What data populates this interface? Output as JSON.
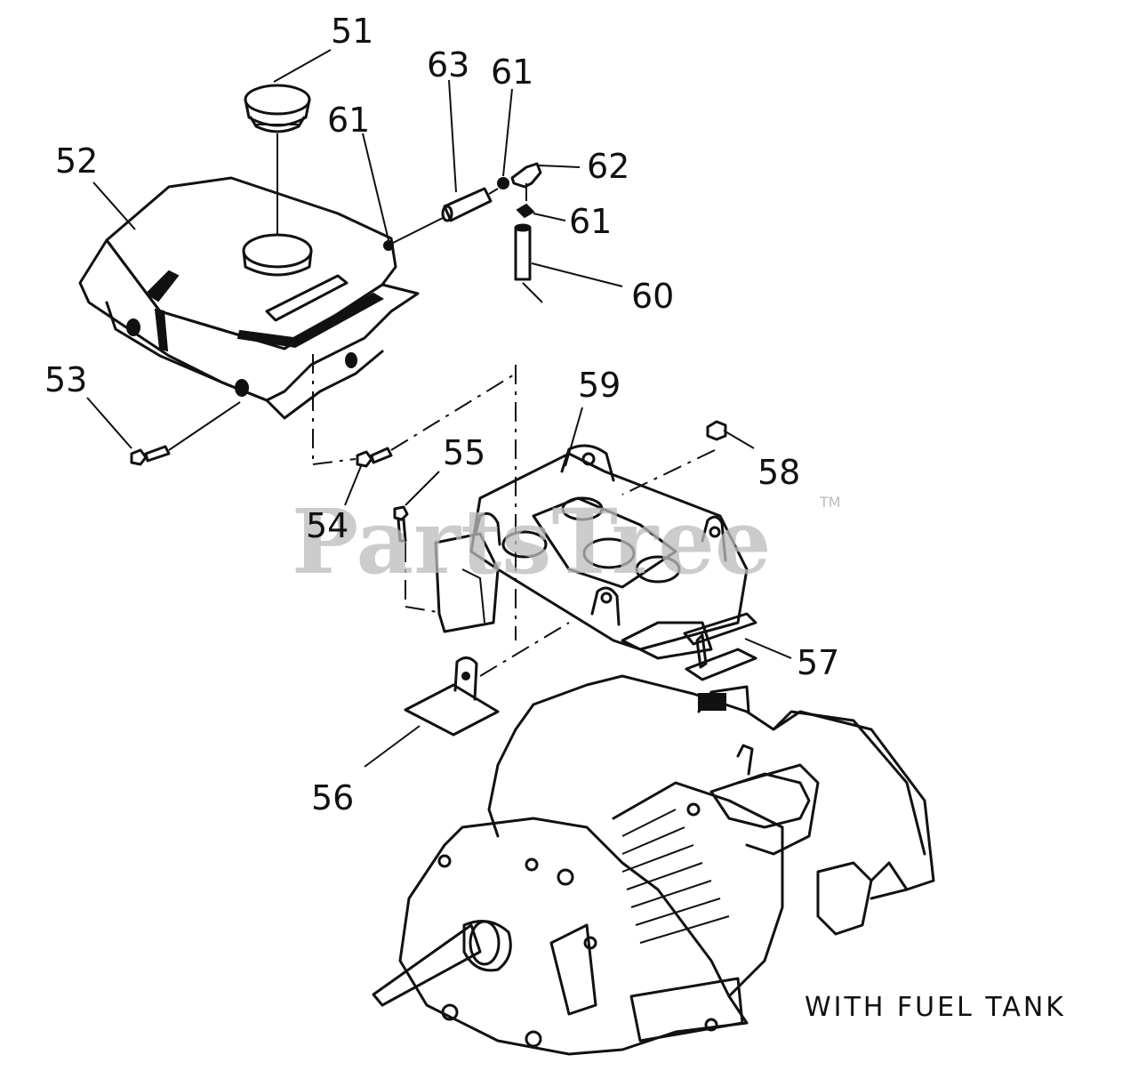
{
  "diagram": {
    "callouts": {
      "c51": "51",
      "c52": "52",
      "c53": "53",
      "c54": "54",
      "c55": "55",
      "c56": "56",
      "c57": "57",
      "c58": "58",
      "c59": "59",
      "c60": "60",
      "c61a": "61",
      "c61b": "61",
      "c61c": "61",
      "c62": "62",
      "c63": "63"
    },
    "caption": "WITH FUEL TANK"
  },
  "watermark": {
    "text": "PartsTree",
    "trademark": "TM"
  }
}
